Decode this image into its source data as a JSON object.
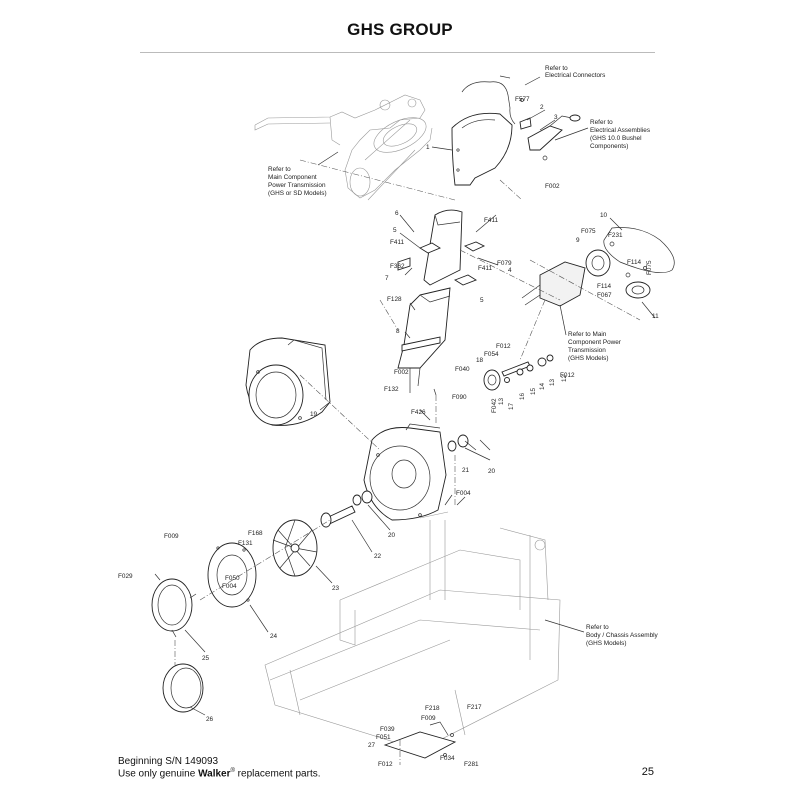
{
  "page": {
    "title": "GHS GROUP",
    "page_number": "25",
    "footer": {
      "serial": "Beginning S/N 149093",
      "note_before": "Use only genuine ",
      "brand": "Walker",
      "mark": "®",
      "note_after": " replacement parts."
    }
  },
  "callouts": [
    {
      "id": "c1",
      "text": "1"
    },
    {
      "id": "c2",
      "text": "2"
    },
    {
      "id": "c3",
      "text": "3"
    },
    {
      "id": "c4",
      "text": "4"
    },
    {
      "id": "c5a",
      "text": "5"
    },
    {
      "id": "c5b",
      "text": "5"
    },
    {
      "id": "c6",
      "text": "6"
    },
    {
      "id": "c7",
      "text": "7"
    },
    {
      "id": "c8",
      "text": "8"
    },
    {
      "id": "c9",
      "text": "9"
    },
    {
      "id": "c10",
      "text": "10"
    },
    {
      "id": "c11",
      "text": "11"
    },
    {
      "id": "c12",
      "text": "12"
    },
    {
      "id": "c13a",
      "text": "13"
    },
    {
      "id": "c13b",
      "text": "13"
    },
    {
      "id": "c14",
      "text": "14"
    },
    {
      "id": "c15",
      "text": "15"
    },
    {
      "id": "c16",
      "text": "16"
    },
    {
      "id": "c17",
      "text": "17"
    },
    {
      "id": "c18",
      "text": "18"
    },
    {
      "id": "c19",
      "text": "19"
    },
    {
      "id": "c20a",
      "text": "20"
    },
    {
      "id": "c20b",
      "text": "20"
    },
    {
      "id": "c21",
      "text": "21"
    },
    {
      "id": "c22",
      "text": "22"
    },
    {
      "id": "c23",
      "text": "23"
    },
    {
      "id": "c24",
      "text": "24"
    },
    {
      "id": "c25",
      "text": "25"
    },
    {
      "id": "c26",
      "text": "26"
    },
    {
      "id": "c27",
      "text": "27"
    },
    {
      "id": "f577",
      "text": "F577"
    },
    {
      "id": "f002a",
      "text": "F002"
    },
    {
      "id": "f411a",
      "text": "F411"
    },
    {
      "id": "f411b",
      "text": "F411"
    },
    {
      "id": "f411c",
      "text": "F411"
    },
    {
      "id": "f079",
      "text": "F079"
    },
    {
      "id": "f362",
      "text": "F362"
    },
    {
      "id": "f128",
      "text": "F128"
    },
    {
      "id": "f075a",
      "text": "F075"
    },
    {
      "id": "f231",
      "text": "F231"
    },
    {
      "id": "f114a",
      "text": "F114"
    },
    {
      "id": "f075b",
      "text": "F075"
    },
    {
      "id": "f114b",
      "text": "F114"
    },
    {
      "id": "f067",
      "text": "F067"
    },
    {
      "id": "f012a",
      "text": "F012"
    },
    {
      "id": "f054",
      "text": "F054"
    },
    {
      "id": "f012b",
      "text": "F012"
    },
    {
      "id": "f040",
      "text": "F040"
    },
    {
      "id": "f042",
      "text": "F042"
    },
    {
      "id": "f002b",
      "text": "F002"
    },
    {
      "id": "f132",
      "text": "F132"
    },
    {
      "id": "f090",
      "text": "F090"
    },
    {
      "id": "f426",
      "text": "F426"
    },
    {
      "id": "f004a",
      "text": "F004"
    },
    {
      "id": "f009",
      "text": "F009"
    },
    {
      "id": "f168",
      "text": "F168"
    },
    {
      "id": "f131",
      "text": "F131"
    },
    {
      "id": "f029",
      "text": "F029"
    },
    {
      "id": "f050",
      "text": "F050"
    },
    {
      "id": "f004b",
      "text": "F004"
    },
    {
      "id": "f218",
      "text": "F218"
    },
    {
      "id": "f217",
      "text": "F217"
    },
    {
      "id": "f009b",
      "text": "F009"
    },
    {
      "id": "f039",
      "text": "F039"
    },
    {
      "id": "f051",
      "text": "F051"
    },
    {
      "id": "f012c",
      "text": "F012"
    },
    {
      "id": "f034",
      "text": "F034"
    },
    {
      "id": "f281",
      "text": "F281"
    }
  ],
  "notes": {
    "electrical_connectors": [
      "Refer to",
      "Electrical Connectors"
    ],
    "electrical_assemblies": [
      "Refer to",
      "Electrical Assemblies",
      "(GHS 10.0 Bushel",
      "Components)"
    ],
    "main_power_transmission": [
      "Refer to",
      "Main Component",
      "Power Transmission",
      "(GHS or SD Models)"
    ],
    "main_component_transmission": [
      "Refer to Main",
      "Component Power",
      "Transmission",
      "(GHS Models)"
    ],
    "body_chassis": [
      "Refer to",
      "Body / Chassis Assembly",
      "(GHS Models)"
    ]
  }
}
